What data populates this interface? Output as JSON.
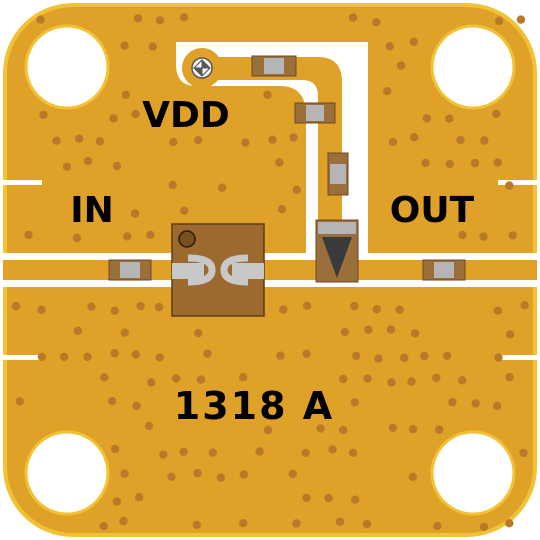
{
  "labels": {
    "vdd": "VDD",
    "input": "IN",
    "output": "OUT",
    "part_number": "1318 A"
  },
  "colors": {
    "board_gold": "#e0a128",
    "plated_edge": "#f2c235",
    "gap_white": "#ffffff",
    "component_body": "#9a6f3a",
    "component_cap": "#b5b5b5",
    "chip_body": "#9c6a2e",
    "via": "#b87a2a",
    "silkscreen": "#000000"
  },
  "icons": {
    "diode": "triangle-diode-icon",
    "bias_pad": "bias-pad-icon"
  }
}
